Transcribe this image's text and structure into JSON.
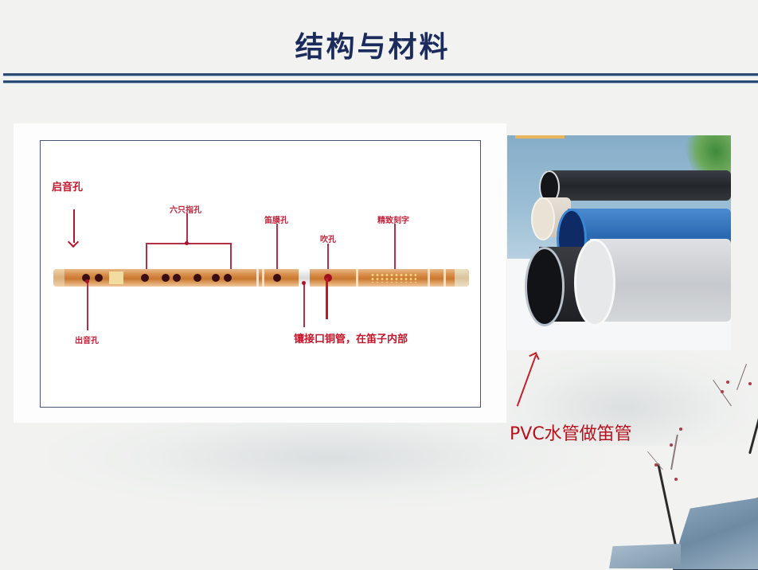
{
  "slide": {
    "title": "结构与材料",
    "colors": {
      "title": "#1b2b5c",
      "rule": "#2d4a72",
      "annotation_red": "#c0223a",
      "pvc_label_red": "#b5121e"
    }
  },
  "flute_diagram": {
    "labels": {
      "tone_hole_top": "启音孔",
      "six_finger_holes": "六只指孔",
      "membrane_hole": "笛膜孔",
      "blow_hole": "吹孔",
      "engraving": "精致刻字",
      "exit_hole": "出音孔",
      "joint_note": "镶接口铜管，在笛子内部"
    }
  },
  "pvc_photo": {
    "pipes": [
      "black",
      "beige",
      "blue",
      "black-large",
      "grey"
    ],
    "caption": "PVC水管做笛管"
  },
  "decor": {
    "icons": [
      "plum-branch-icon",
      "rock-icon",
      "mist-background"
    ]
  }
}
